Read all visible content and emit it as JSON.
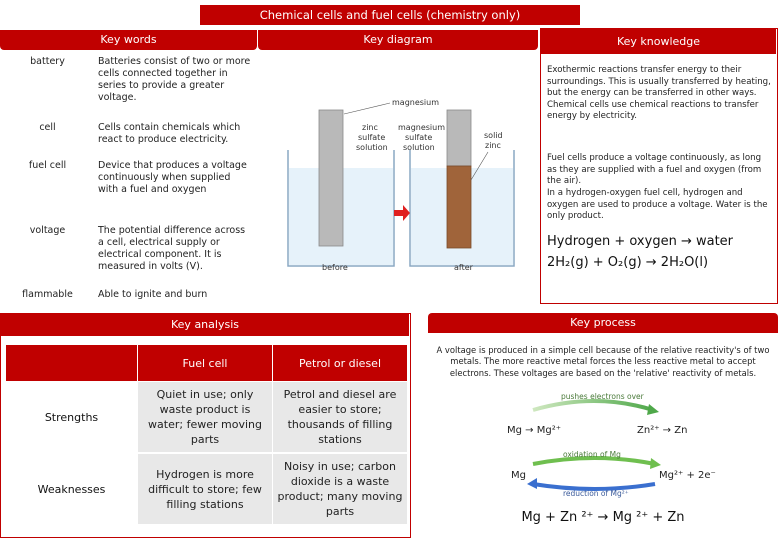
{
  "title": "Chemical cells and fuel cells (chemistry only)",
  "key_words": {
    "heading": "Key words",
    "items": [
      {
        "term": "battery",
        "definition": "Batteries consist of two or more cells connected together in series to provide a greater voltage."
      },
      {
        "term": "cell",
        "definition": "Cells contain chemicals which react to produce electricity."
      },
      {
        "term": "fuel cell",
        "definition": "Device that produces a voltage continuously when supplied with a fuel and oxygen"
      },
      {
        "term": "voltage",
        "definition": "The potential difference across a cell, electrical supply or electrical component. It is measured in volts (V)."
      },
      {
        "term": "flammable",
        "definition": "Able to ignite and burn"
      }
    ]
  },
  "key_diagram": {
    "heading": "Key diagram",
    "labels": {
      "magnesium_top": "magnesium",
      "zinc_sulfate": "zinc sulfate solution",
      "magnesium_sulfate": "magnesium sulfate solution",
      "solid_zinc": "solid zinc",
      "before": "before",
      "after": "after"
    }
  },
  "key_knowledge": {
    "heading": "Key knowledge",
    "para1": "Exothermic reactions transfer energy to their surroundings. This is usually transferred by heating, but the energy can be transferred in other ways. Chemical cells use chemical reactions to transfer energy by electricity.",
    "para2": "Fuel cells produce a voltage continuously, as long as they are supplied with a fuel and oxygen (from the air).",
    "para3": "In a hydrogen-oxygen fuel cell, hydrogen and oxygen are used to produce a voltage. Water is the only product.",
    "equation_words": "Hydrogen + oxygen → water",
    "equation_symbols": "2H₂(g) + O₂(g) → 2H₂O(l)"
  },
  "key_analysis": {
    "heading": "Key analysis",
    "columns": [
      "Fuel cell",
      "Petrol or diesel"
    ],
    "rows": [
      {
        "label": "Strengths",
        "fuel_cell": "Quiet in use; only waste product is water; fewer moving parts",
        "petrol": "Petrol and diesel are easier to store; thousands of filling stations"
      },
      {
        "label": "Weaknesses",
        "fuel_cell": "Hydrogen is more difficult to store; few filling stations",
        "petrol": "Noisy in use; carbon dioxide is a waste product; many moving parts"
      }
    ]
  },
  "key_process": {
    "heading": "Key process",
    "text": "A voltage is produced in a simple cell because of the relative reactivity's of two metals. The more reactive metal forces the less reactive metal to accept electrons. These voltages are based on the 'relative' reactivity of metals.",
    "diagram1": {
      "arrow_label": "pushes electrons over",
      "left": "Mg → Mg²⁺",
      "right": "Zn²⁺ → Zn"
    },
    "diagram2": {
      "top_label": "oxidation of Mg",
      "bottom_label": "reduction of Mg²⁺",
      "left": "Mg",
      "right": "Mg²⁺ + 2e⁻"
    },
    "equation": "Mg + Zn ²⁺ → Mg ²⁺ + Zn"
  },
  "colors": {
    "accent": "#c00000",
    "table_gray": "#e8e8e8",
    "copper": "#a0643a",
    "green_arrow": "#6fbf4f",
    "blue_arrow": "#3a6fcf"
  }
}
